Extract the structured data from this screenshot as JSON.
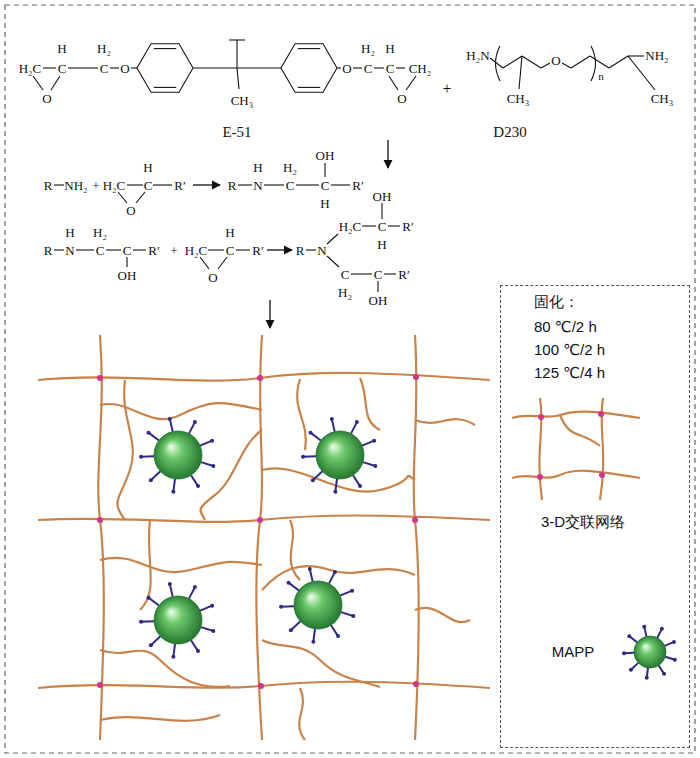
{
  "diagram": {
    "nodes": [
      {
        "text": [
          "固化：",
          "80 ℃/2 h",
          "100 ℃/2 h",
          "125 ℃/4 h",
          "3-D交联网络",
          "MAPP"
        ]
      }
    ],
    "labels": [
      "H₂C",
      "H",
      "C",
      "O",
      "H₂",
      "C",
      "O",
      "CH₃",
      "O",
      "H₂",
      "C",
      "H",
      "C",
      "CH₂",
      "O",
      "E-51",
      "+",
      "H₂N",
      "O",
      "n",
      "NH₂",
      "CH₃",
      "CH₃",
      "D230",
      "R",
      "NH₂",
      "+",
      "H₂C",
      "H",
      "C",
      "R′",
      "O",
      "R",
      "H",
      "N",
      "H₂",
      "C",
      "OH",
      "C",
      "H",
      "R′",
      "R",
      "H",
      "N",
      "H₂",
      "C",
      "C",
      "OH",
      "R′",
      "+",
      "H₂C",
      "H",
      "C",
      "R′",
      "O",
      "R",
      "N",
      "OH",
      "H₂C",
      "C",
      "H",
      "R′",
      "C",
      "H₂",
      "C",
      "OH",
      "R′"
    ]
  }
}
